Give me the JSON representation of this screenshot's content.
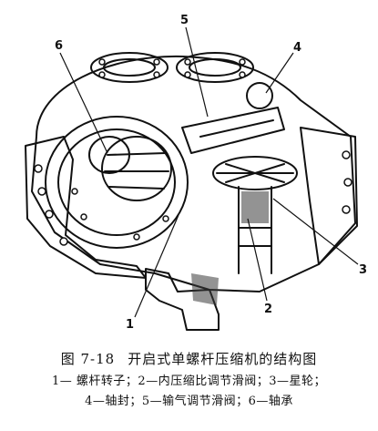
{
  "figure": {
    "callouts": [
      {
        "id": "1",
        "label": "1"
      },
      {
        "id": "2",
        "label": "2"
      },
      {
        "id": "3",
        "label": "3"
      },
      {
        "id": "4",
        "label": "4"
      },
      {
        "id": "5",
        "label": "5"
      },
      {
        "id": "6",
        "label": "6"
      }
    ]
  },
  "caption": {
    "figure_number": "图 7-18",
    "title": "开启式单螺杆压缩机的结构图"
  },
  "legend": {
    "line1": "1— 螺杆转子；2—内压缩比调节滑阀；3—星轮；",
    "line2": "4—轴封；5—输气调节滑阀；6—轴承"
  },
  "colors": {
    "ink": "#111111",
    "paper": "#ffffff",
    "shade": "#3a3a3a"
  }
}
